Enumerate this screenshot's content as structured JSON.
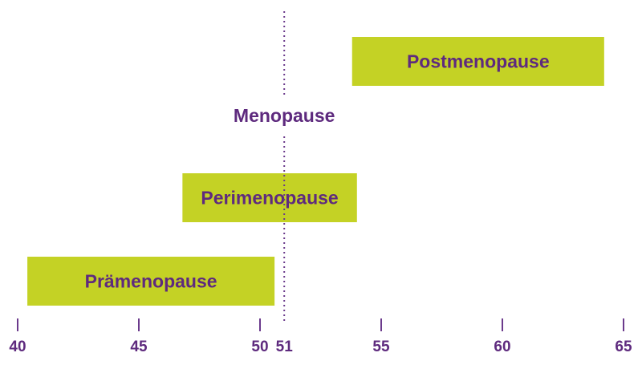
{
  "chart_data": {
    "type": "bar",
    "orientation": "horizontal-range",
    "colors": {
      "bar": "#c4d225",
      "text": "#5e2a7e",
      "axis": "#6b3a8c"
    },
    "series": [
      {
        "name": "Postmenopause",
        "start": 53.8,
        "end": 64.2
      },
      {
        "name": "Perimenopause",
        "start": 46.8,
        "end": 54.0
      },
      {
        "name": "Prämenopause",
        "start": 40.4,
        "end": 50.6
      }
    ],
    "marker": {
      "label": "Menopause",
      "x": 51
    },
    "ticks": [
      40,
      45,
      50,
      51,
      55,
      60,
      65
    ],
    "xlim": [
      40,
      65
    ],
    "grid": false
  }
}
